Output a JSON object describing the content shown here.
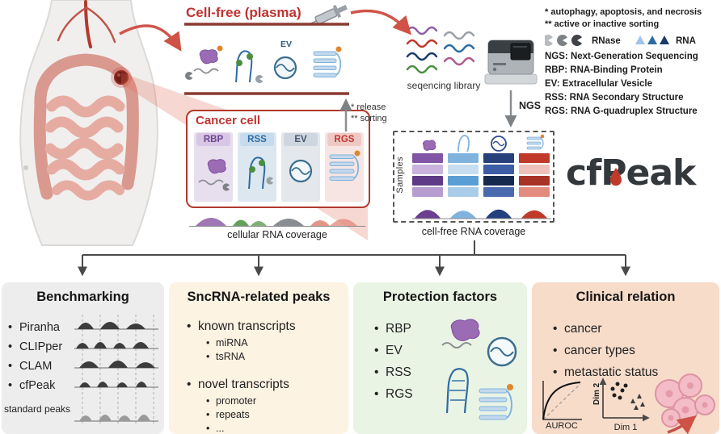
{
  "colors": {
    "accent_red": "#bf3330",
    "purple": "#8e5fa8",
    "blue": "#2d6ca2",
    "navy": "#24407e",
    "green": "#4a8f3f",
    "orange": "#e0862d",
    "panel_benchmarking_bg": "#ededed",
    "panel_sncrna_bg": "#fdf3e3",
    "panel_protection_bg": "#eaf4e5",
    "panel_clinical_bg": "#f7dcca"
  },
  "top": {
    "cellfree_title": "Cell-free (plasma)",
    "band_ev_label": "EV",
    "cancer": {
      "title": "Cancer cell",
      "columns": [
        "RBP",
        "RSS",
        "EV",
        "RGS"
      ],
      "coverage_label": "cellular RNA coverage"
    },
    "release_note": [
      "* release",
      "** sorting"
    ],
    "library_label": "seqencing library",
    "ngs_label": "NGS"
  },
  "legend": {
    "notes": [
      "* autophagy, apoptosis, and necrosis",
      "** active or inactive sorting"
    ],
    "rnase_label": "RNase",
    "rna_label": "RNA",
    "abbreviations": [
      "NGS: Next-Generation Sequencing",
      "RBP: RNA-Binding Protein",
      "EV: Extracellular Vesicle",
      "RSS: RNA Secondary Structure",
      "RGS: RNA G-quadruplex Structure"
    ]
  },
  "cfpeak": {
    "samples_label": "Samples",
    "coverage_label": "cell-free RNA coverage",
    "logo": {
      "prefix": "cf",
      "p": "P",
      "suffix": "eak"
    }
  },
  "panels": {
    "benchmarking": {
      "title": "Benchmarking",
      "tools": [
        "Piranha",
        "CLIPper",
        "CLAM",
        "cfPeak"
      ],
      "standard_label": "standard peaks"
    },
    "sncrna": {
      "title": "SncRNA-related peaks",
      "known_label": "known transcripts",
      "known_items": [
        "miRNA",
        "tsRNA"
      ],
      "novel_label": "novel transcripts",
      "novel_items": [
        "promoter",
        "repeats",
        "..."
      ]
    },
    "protection": {
      "title": "Protection factors",
      "items": [
        "RBP",
        "EV",
        "RSS",
        "RGS"
      ]
    },
    "clinical": {
      "title": "Clinical relation",
      "items": [
        "cancer",
        "cancer types",
        "metastatic status"
      ],
      "auroc_label": "AUROC",
      "dim1_label": "Dim 1",
      "dim2_label": "Dim 2"
    }
  }
}
